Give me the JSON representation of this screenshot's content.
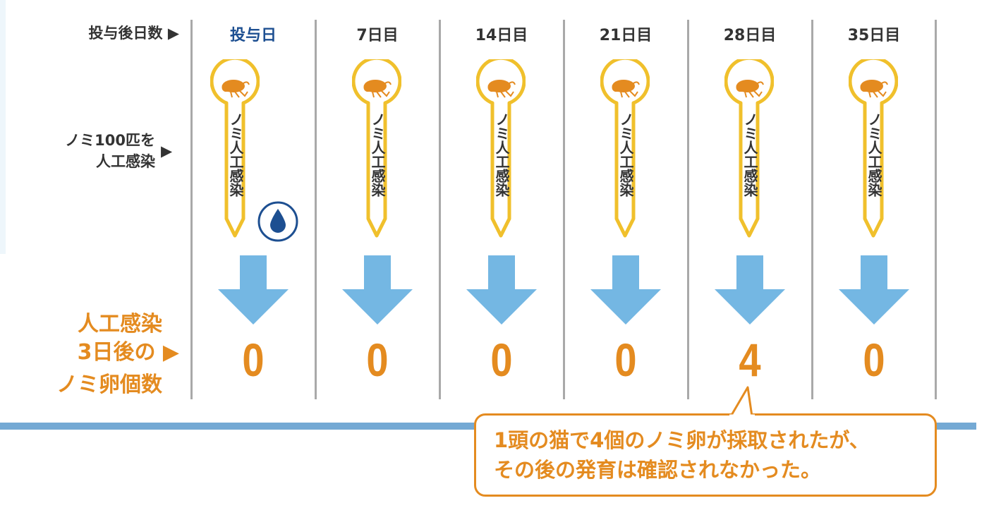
{
  "row_labels": {
    "days": "投与後日数 ▶",
    "infection_line1": "ノミ100匹を",
    "infection_line2": "人工感染",
    "infection_arrow": "▶",
    "result_line1": "人工感染",
    "result_line2": "3日後の ▶",
    "result_line3": "ノミ卵個数"
  },
  "columns": [
    {
      "day": "投与日",
      "tag": "ノミ人工感染",
      "count": "0"
    },
    {
      "day": "7日目",
      "tag": "ノミ人工感染",
      "count": "0"
    },
    {
      "day": "14日目",
      "tag": "ノミ人工感染",
      "count": "0"
    },
    {
      "day": "21日目",
      "tag": "ノミ人工感染",
      "count": "0"
    },
    {
      "day": "28日目",
      "tag": "ノミ人工感染",
      "count": "4"
    },
    {
      "day": "35日目",
      "tag": "ノミ人工感染",
      "count": "0"
    }
  ],
  "callout": {
    "line1": "1頭の猫で4個のノミ卵が採取されたが、",
    "line2": "その後の発育は確認されなかった。"
  },
  "icons": {
    "flea": "flea-icon",
    "drop": "water-drop-icon",
    "arrow": "down-arrow-icon"
  },
  "colors": {
    "orange": "#e48b20",
    "tag_yellow": "#f0c02c",
    "navy": "#1d4f91",
    "arrow_blue": "#74b7e3",
    "line_blue": "#74a9d4"
  }
}
